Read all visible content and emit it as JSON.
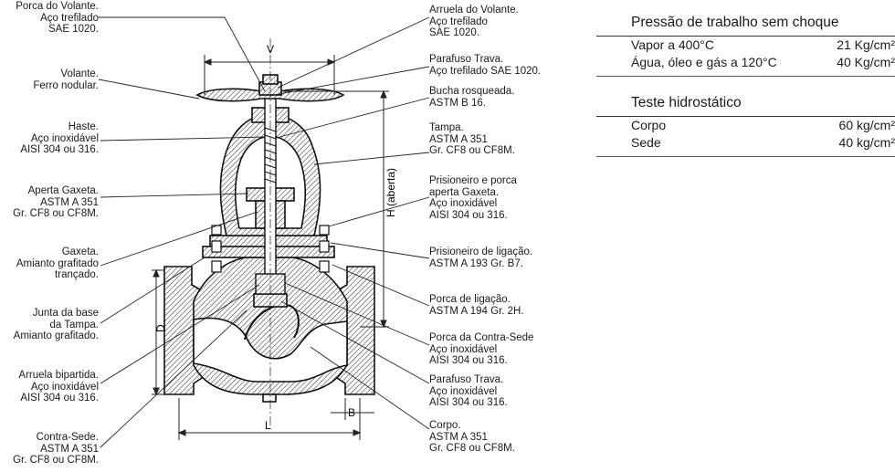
{
  "labels_left": [
    {
      "id": "porca-volante",
      "lines": [
        "Porca do Volante.",
        "Aço trefilado",
        "SAE 1020."
      ]
    },
    {
      "id": "volante",
      "lines": [
        "Volante.",
        "Ferro nodular."
      ]
    },
    {
      "id": "haste",
      "lines": [
        "Haste.",
        "Aço inoxidável",
        "AISI 304 ou 316."
      ]
    },
    {
      "id": "aperta-gaxeta",
      "lines": [
        "Aperta Gaxeta.",
        "ASTM A 351",
        "Gr. CF8 ou CF8M."
      ]
    },
    {
      "id": "gaxeta",
      "lines": [
        "Gaxeta.",
        "Amianto grafitado",
        "trançado."
      ]
    },
    {
      "id": "junta-base",
      "lines": [
        "Junta da base",
        "da Tampa.",
        "Amianto grafitado."
      ]
    },
    {
      "id": "arruela-bipartida",
      "lines": [
        "Arruela bipartida.",
        "Aço inoxidável",
        "AISI 304 ou 316."
      ]
    },
    {
      "id": "contra-sede",
      "lines": [
        "Contra-Sede.",
        "ASTM A 351",
        "Gr. CF8 ou CF8M."
      ]
    }
  ],
  "labels_right": [
    {
      "id": "arruela-volante",
      "lines": [
        "Arruela do Volante.",
        "Aço trefilado",
        "SAE 1020."
      ]
    },
    {
      "id": "parafuso-trava-1",
      "lines": [
        "Parafuso Trava.",
        "Aço trefilado SAE 1020."
      ]
    },
    {
      "id": "bucha",
      "lines": [
        "Bucha rosqueada.",
        "ASTM B 16."
      ]
    },
    {
      "id": "tampa",
      "lines": [
        "Tampa.",
        "ASTM A 351",
        "Gr. CF8 ou CF8M."
      ]
    },
    {
      "id": "prisioneiro-gaxeta",
      "lines": [
        "Prisioneiro e porca",
        "aperta Gaxeta.",
        "Aço inoxidável",
        "AISI 304 ou 316."
      ]
    },
    {
      "id": "prisioneiro-ligacao",
      "lines": [
        "Prisioneiro de ligação.",
        "ASTM A 193 Gr. B7."
      ]
    },
    {
      "id": "porca-ligacao",
      "lines": [
        "Porca de ligação.",
        "ASTM A 194 Gr. 2H."
      ]
    },
    {
      "id": "porca-contra-sede",
      "lines": [
        "Porca da Contra-Sede",
        "Aço inoxidável",
        "AISI 304 ou 316."
      ]
    },
    {
      "id": "parafuso-trava-2",
      "lines": [
        "Parafuso Trava.",
        "Aço inoxidável",
        "AISI 304 ou 316."
      ]
    },
    {
      "id": "corpo",
      "lines": [
        "Corpo.",
        "ASTM A 351",
        "Gr. CF8 ou CF8M."
      ]
    }
  ],
  "dimensions": {
    "v": "V",
    "h": "H (aberta)",
    "d": "D",
    "b": "B",
    "l": "L"
  },
  "table_pressao": {
    "title": "Pressão de trabalho sem choque",
    "rows": [
      {
        "label": "Vapor a 400°C",
        "value": "21 Kg/cm²"
      },
      {
        "label": "Água, óleo e gás a 120°C",
        "value": "40 Kg/cm²"
      }
    ]
  },
  "table_teste": {
    "title": "Teste hidrostático",
    "rows": [
      {
        "label": "Corpo",
        "value": "60 kg/cm²"
      },
      {
        "label": "Sede",
        "value": "40 kg/cm²"
      }
    ]
  }
}
